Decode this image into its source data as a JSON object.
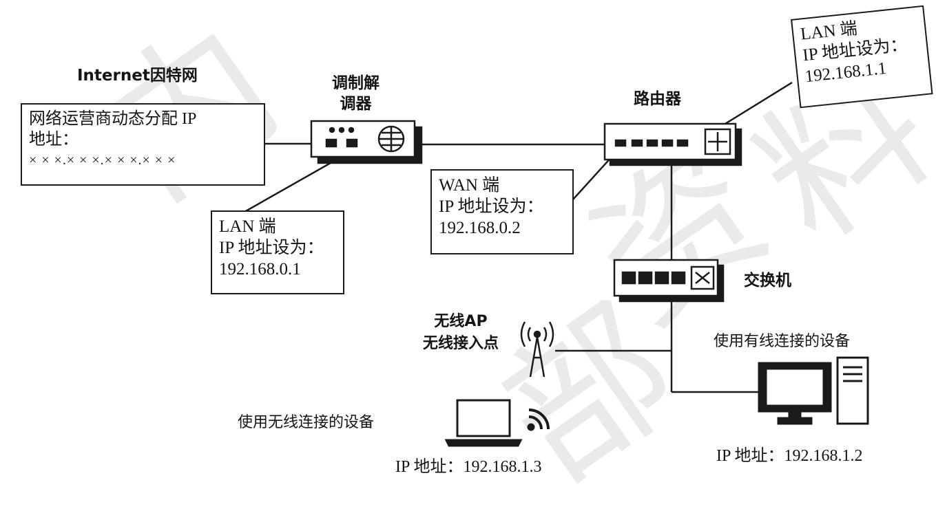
{
  "internet": {
    "title": "Internet因特网",
    "box_lines": [
      "网络运营商动态分配 IP",
      "地址：",
      "× × ×.× × ×.× × ×.× × ×"
    ]
  },
  "modem": {
    "label_lines": [
      "调制解",
      "调器"
    ],
    "lan_box": [
      "LAN 端",
      "IP 地址设为：",
      "192.168.0.1"
    ]
  },
  "router": {
    "label": "路由器",
    "wan_box": [
      "WAN 端",
      "IP 地址设为：",
      "192.168.0.2"
    ],
    "lan_box": [
      "LAN 端",
      "IP 地址设为：",
      "192.168.1.1"
    ]
  },
  "switch": {
    "label": "交换机"
  },
  "ap": {
    "label_lines": [
      "无线AP",
      "无线接入点"
    ]
  },
  "wireless_device": {
    "label": "使用无线连接的设备",
    "ip": "IP 地址：192.168.1.3"
  },
  "wired_device": {
    "label": "使用有线连接的设备",
    "ip": "IP 地址：192.168.1.2"
  },
  "watermark": [
    "内",
    "部",
    "资",
    "料"
  ],
  "colors": {
    "line": "#1a1a1a",
    "device_fill": "#ffffff",
    "watermark": "#000000"
  }
}
